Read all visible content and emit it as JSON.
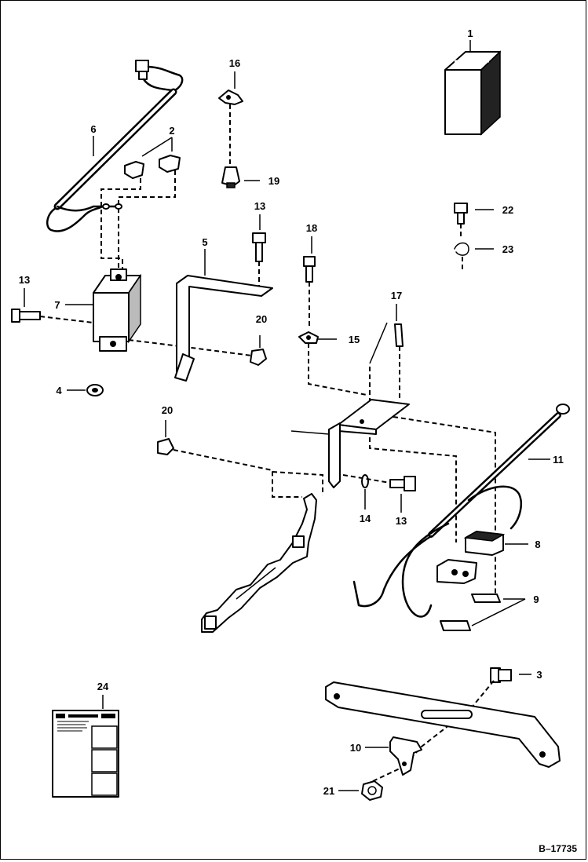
{
  "diagram": {
    "figure_id": "B–17735",
    "callouts": [
      {
        "id": "c1",
        "label": "1"
      },
      {
        "id": "c2",
        "label": "2"
      },
      {
        "id": "c3",
        "label": "3"
      },
      {
        "id": "c4",
        "label": "4"
      },
      {
        "id": "c5",
        "label": "5"
      },
      {
        "id": "c6",
        "label": "6"
      },
      {
        "id": "c7",
        "label": "7"
      },
      {
        "id": "c8",
        "label": "8"
      },
      {
        "id": "c9",
        "label": "9"
      },
      {
        "id": "c10",
        "label": "10"
      },
      {
        "id": "c11",
        "label": "11"
      },
      {
        "id": "c13a",
        "label": "13"
      },
      {
        "id": "c13b",
        "label": "13"
      },
      {
        "id": "c13c",
        "label": "13"
      },
      {
        "id": "c14",
        "label": "14"
      },
      {
        "id": "c15",
        "label": "15"
      },
      {
        "id": "c16",
        "label": "16"
      },
      {
        "id": "c17",
        "label": "17"
      },
      {
        "id": "c18",
        "label": "18"
      },
      {
        "id": "c19",
        "label": "19"
      },
      {
        "id": "c20a",
        "label": "20"
      },
      {
        "id": "c20b",
        "label": "20"
      },
      {
        "id": "c21",
        "label": "21"
      },
      {
        "id": "c22",
        "label": "22"
      },
      {
        "id": "c23",
        "label": "23"
      },
      {
        "id": "c24",
        "label": "24"
      }
    ]
  }
}
